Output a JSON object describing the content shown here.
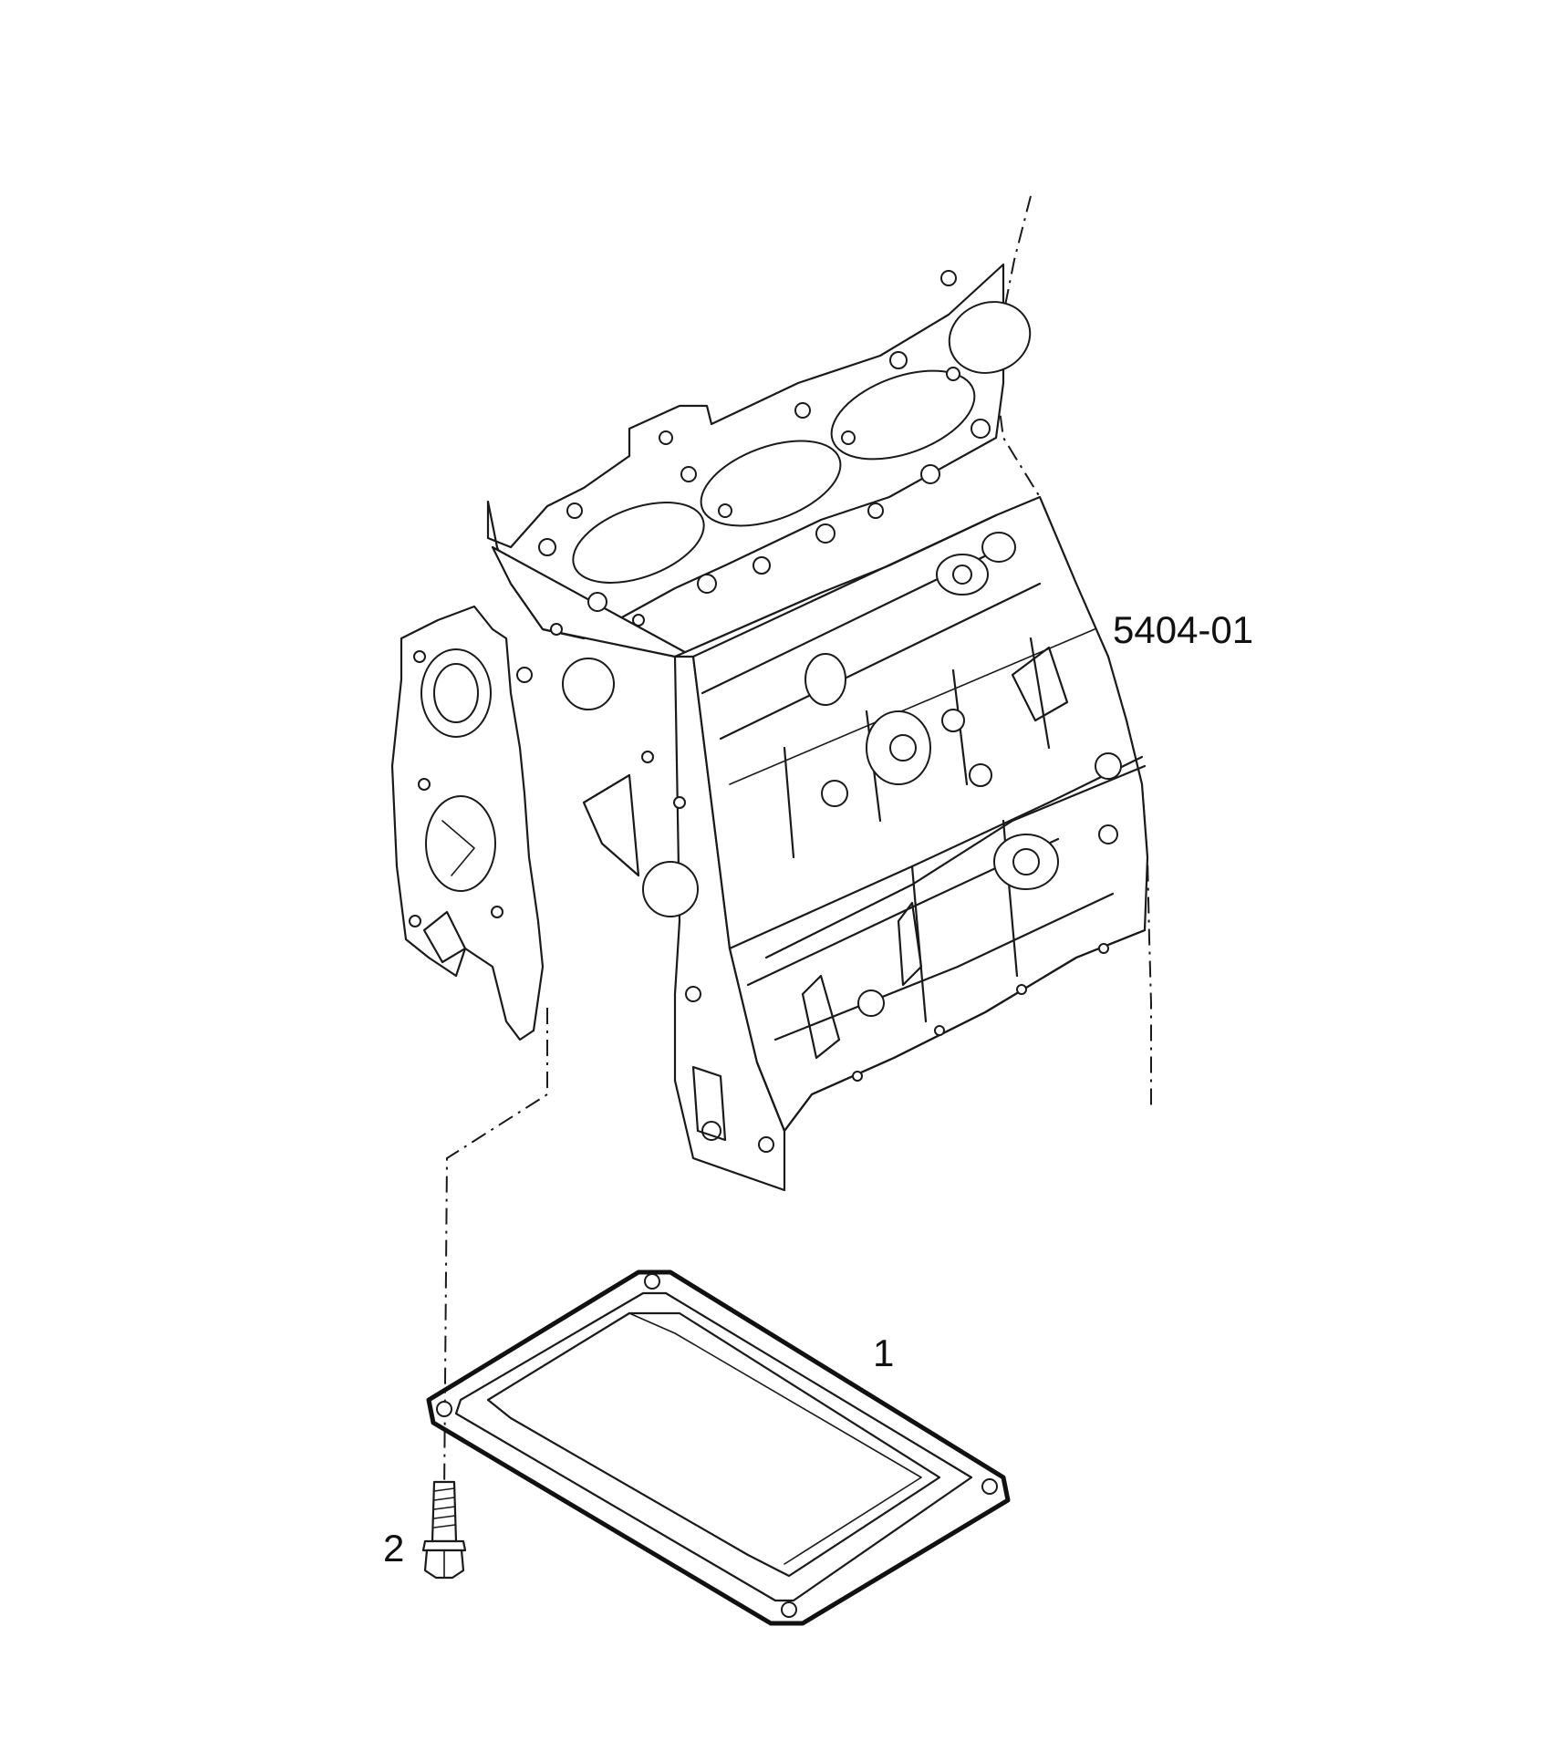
{
  "diagram": {
    "reference_code": "5404-01",
    "callouts": [
      {
        "id": "1",
        "label": "1",
        "part": "oil-pan"
      },
      {
        "id": "2",
        "label": "2",
        "part": "bolt"
      }
    ],
    "colors": {
      "line": "#1a1a1a",
      "background": "#ffffff"
    }
  }
}
